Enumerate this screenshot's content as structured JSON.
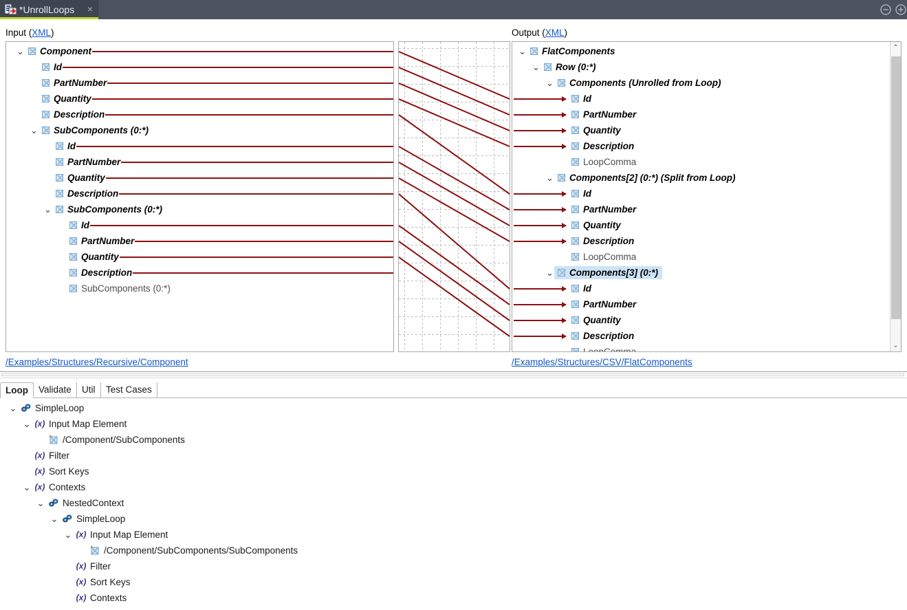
{
  "window": {
    "tab_title": "*UnrollLoops",
    "tab_icon": "mapping-document-icon",
    "close_icon": "×",
    "minimize_icon": "⊖",
    "maximize_icon": "⊕",
    "accent_color": "#c2d92e",
    "titlebar_color": "#4c5260"
  },
  "mapping": {
    "input_label": "Input (",
    "input_label_link": "XML",
    "input_label_end": ")",
    "output_label": "Output (",
    "output_label_link": "XML",
    "output_label_end": ")",
    "input_path": "/Examples/Structures/Recursive/Component",
    "output_path": "/Examples/Structures/CSV/FlatComponents",
    "connector_color": "#8c1111",
    "selection_color": "#cde4f7",
    "input_tree": [
      {
        "label": "Component",
        "depth": 0,
        "state": "mapped",
        "twisty": "v",
        "line": true
      },
      {
        "label": "Id",
        "depth": 1,
        "state": "mapped",
        "twisty": "",
        "line": true
      },
      {
        "label": "PartNumber",
        "depth": 1,
        "state": "mapped",
        "twisty": "",
        "line": true
      },
      {
        "label": "Quantity",
        "depth": 1,
        "state": "mapped",
        "twisty": "",
        "line": true
      },
      {
        "label": "Description",
        "depth": 1,
        "state": "mapped",
        "twisty": "",
        "line": true
      },
      {
        "label": "SubComponents (0:*)",
        "depth": 1,
        "state": "mapped",
        "twisty": "v",
        "line": false
      },
      {
        "label": "Id",
        "depth": 2,
        "state": "mapped",
        "twisty": "",
        "line": true
      },
      {
        "label": "PartNumber",
        "depth": 2,
        "state": "mapped",
        "twisty": "",
        "line": true
      },
      {
        "label": "Quantity",
        "depth": 2,
        "state": "mapped",
        "twisty": "",
        "line": true
      },
      {
        "label": "Description",
        "depth": 2,
        "state": "mapped",
        "twisty": "",
        "line": true
      },
      {
        "label": "SubComponents (0:*)",
        "depth": 2,
        "state": "mapped",
        "twisty": "v",
        "line": false
      },
      {
        "label": "Id",
        "depth": 3,
        "state": "mapped",
        "twisty": "",
        "line": true
      },
      {
        "label": "PartNumber",
        "depth": 3,
        "state": "mapped",
        "twisty": "",
        "line": true
      },
      {
        "label": "Quantity",
        "depth": 3,
        "state": "mapped",
        "twisty": "",
        "line": true
      },
      {
        "label": "Description",
        "depth": 3,
        "state": "mapped",
        "twisty": "",
        "line": true
      },
      {
        "label": "SubComponents (0:*)",
        "depth": 3,
        "state": "unmapped",
        "twisty": "",
        "line": false
      }
    ],
    "output_tree": [
      {
        "label": "FlatComponents",
        "depth": 0,
        "state": "mapped",
        "twisty": "v",
        "arrow": false,
        "selected": false
      },
      {
        "label": "Row (0:*)",
        "depth": 1,
        "state": "mapped",
        "twisty": "v",
        "arrow": false,
        "selected": false
      },
      {
        "label": "Components (Unrolled from Loop)",
        "depth": 2,
        "state": "mapped",
        "twisty": "v",
        "arrow": false,
        "selected": false
      },
      {
        "label": "Id",
        "depth": 3,
        "state": "mapped",
        "twisty": "",
        "arrow": true,
        "selected": false
      },
      {
        "label": "PartNumber",
        "depth": 3,
        "state": "mapped",
        "twisty": "",
        "arrow": true,
        "selected": false
      },
      {
        "label": "Quantity",
        "depth": 3,
        "state": "mapped",
        "twisty": "",
        "arrow": true,
        "selected": false
      },
      {
        "label": "Description",
        "depth": 3,
        "state": "mapped",
        "twisty": "",
        "arrow": true,
        "selected": false
      },
      {
        "label": "LoopComma",
        "depth": 3,
        "state": "unmapped",
        "twisty": "",
        "arrow": false,
        "selected": false
      },
      {
        "label": "Components[2] (0:*) (Split from Loop)",
        "depth": 2,
        "state": "mapped",
        "twisty": "v",
        "arrow": false,
        "selected": false
      },
      {
        "label": "Id",
        "depth": 3,
        "state": "mapped",
        "twisty": "",
        "arrow": true,
        "selected": false
      },
      {
        "label": "PartNumber",
        "depth": 3,
        "state": "mapped",
        "twisty": "",
        "arrow": true,
        "selected": false
      },
      {
        "label": "Quantity",
        "depth": 3,
        "state": "mapped",
        "twisty": "",
        "arrow": true,
        "selected": false
      },
      {
        "label": "Description",
        "depth": 3,
        "state": "mapped",
        "twisty": "",
        "arrow": true,
        "selected": false
      },
      {
        "label": "LoopComma",
        "depth": 3,
        "state": "unmapped",
        "twisty": "",
        "arrow": false,
        "selected": false
      },
      {
        "label": "Components[3] (0:*)",
        "depth": 2,
        "state": "mapped",
        "twisty": "v",
        "arrow": false,
        "selected": true
      },
      {
        "label": "Id",
        "depth": 3,
        "state": "mapped",
        "twisty": "",
        "arrow": true,
        "selected": false
      },
      {
        "label": "PartNumber",
        "depth": 3,
        "state": "mapped",
        "twisty": "",
        "arrow": true,
        "selected": false
      },
      {
        "label": "Quantity",
        "depth": 3,
        "state": "mapped",
        "twisty": "",
        "arrow": true,
        "selected": false
      },
      {
        "label": "Description",
        "depth": 3,
        "state": "mapped",
        "twisty": "",
        "arrow": true,
        "selected": false
      },
      {
        "label": "LoopComma",
        "depth": 3,
        "state": "unmapped",
        "twisty": "",
        "arrow": false,
        "selected": false
      }
    ],
    "scrollbar": {
      "up_icon": "⌃",
      "down_icon": "⌄"
    }
  },
  "bottom": {
    "tabs": [
      {
        "label": "Loop",
        "active": true
      },
      {
        "label": "Validate",
        "active": false
      },
      {
        "label": "Util",
        "active": false
      },
      {
        "label": "Test Cases",
        "active": false
      }
    ],
    "tree": [
      {
        "label": "SimpleLoop",
        "depth": 0,
        "twisty": "v",
        "icon": "loop-icon"
      },
      {
        "label": "Input Map Element",
        "depth": 1,
        "twisty": "v",
        "icon": "expression-icon"
      },
      {
        "label": "/Component/SubComponents",
        "depth": 2,
        "twisty": "",
        "icon": "element-ref-icon"
      },
      {
        "label": "Filter",
        "depth": 1,
        "twisty": "",
        "icon": "expression-icon"
      },
      {
        "label": "Sort Keys",
        "depth": 1,
        "twisty": "",
        "icon": "expression-icon"
      },
      {
        "label": "Contexts",
        "depth": 1,
        "twisty": "v",
        "icon": "expression-icon"
      },
      {
        "label": "NestedContext",
        "depth": 2,
        "twisty": "v",
        "icon": "loop-icon"
      },
      {
        "label": "SimpleLoop",
        "depth": 3,
        "twisty": "v",
        "icon": "loop-icon"
      },
      {
        "label": "Input Map Element",
        "depth": 4,
        "twisty": "v",
        "icon": "expression-icon"
      },
      {
        "label": "/Component/SubComponents/SubComponents",
        "depth": 5,
        "twisty": "",
        "icon": "element-ref-icon"
      },
      {
        "label": "Filter",
        "depth": 4,
        "twisty": "",
        "icon": "expression-icon"
      },
      {
        "label": "Sort Keys",
        "depth": 4,
        "twisty": "",
        "icon": "expression-icon"
      },
      {
        "label": "Contexts",
        "depth": 4,
        "twisty": "",
        "icon": "expression-icon"
      }
    ]
  }
}
